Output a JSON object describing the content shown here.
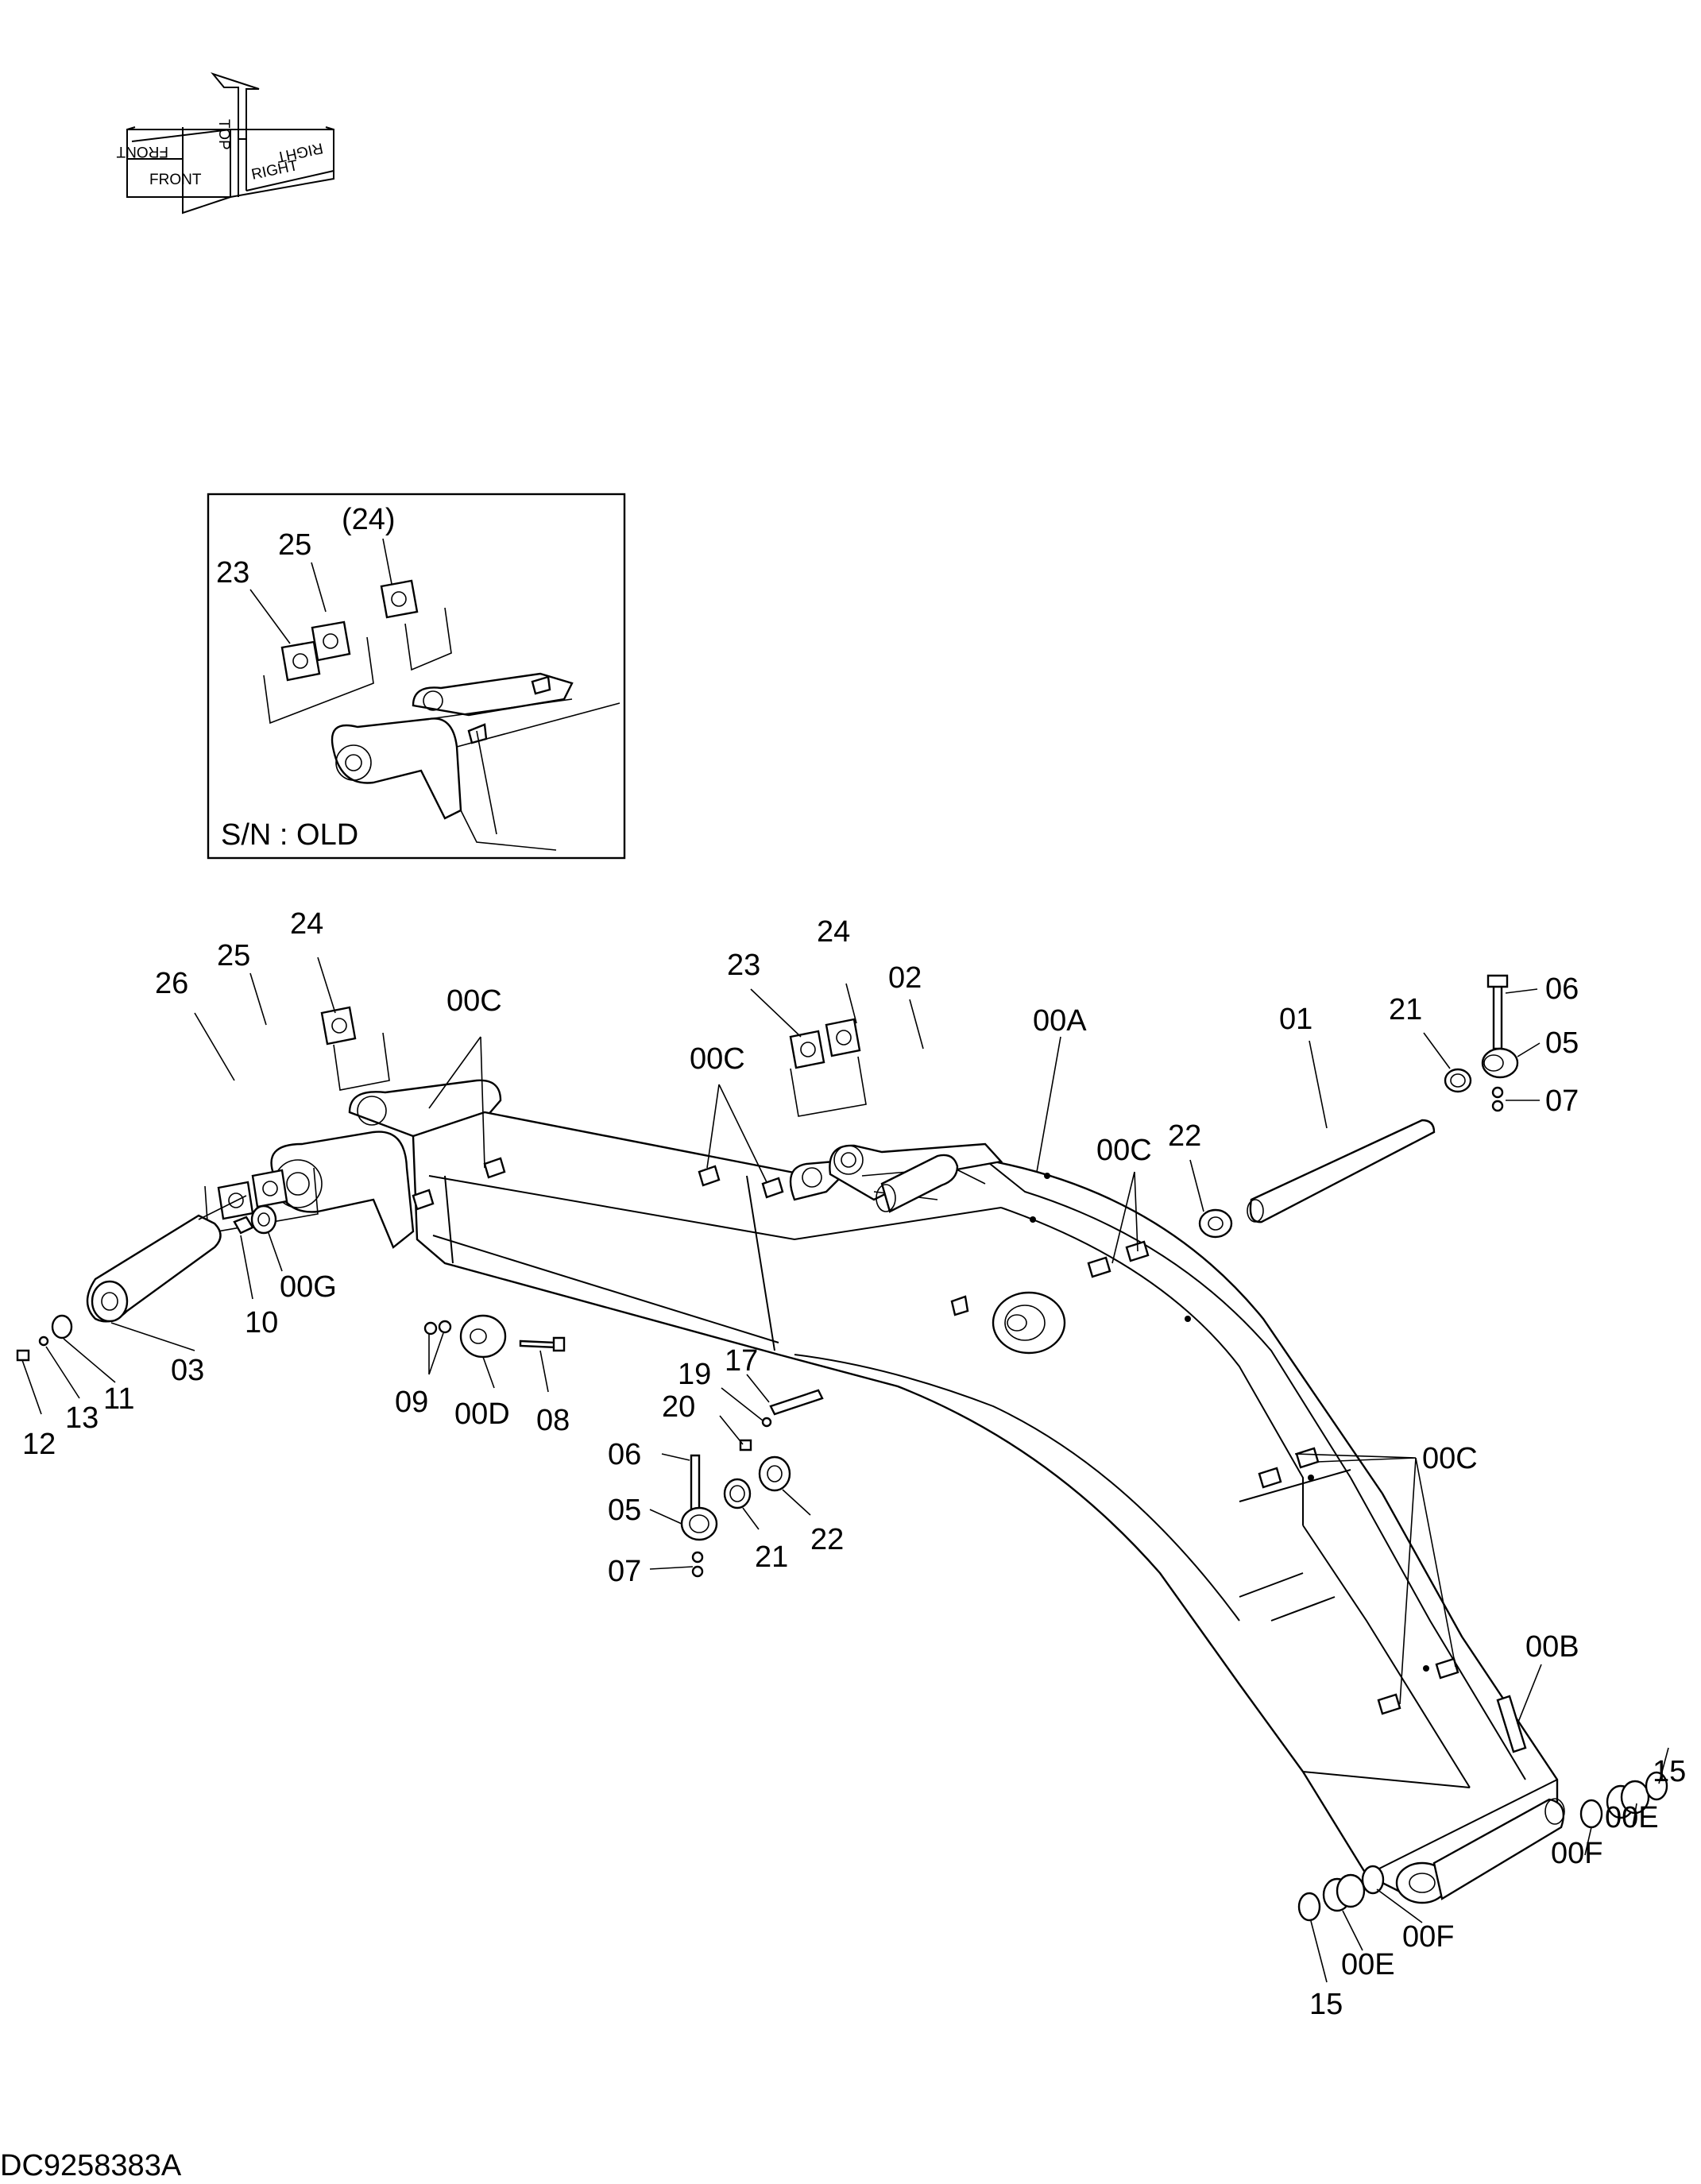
{
  "orientation": {
    "front": "FRONT",
    "top": "TOP",
    "right": "RIGHT"
  },
  "inset": {
    "caption": "S/N : OLD",
    "labels": {
      "p23": "23",
      "p25": "25",
      "p24": "(24)"
    }
  },
  "callouts": {
    "p24_left": "24",
    "p25_left": "25",
    "p26": "26",
    "p00C_left": "00C",
    "p24_mid": "24",
    "p23_mid": "23",
    "p02": "02",
    "p00C_mid": "00C",
    "p00A": "00A",
    "p21_top": "21",
    "p06_top": "06",
    "p05_top": "05",
    "p07_top": "07",
    "p01": "01",
    "p22_top": "22",
    "p00C_right": "00C",
    "p00G": "00G",
    "p10": "10",
    "p03": "03",
    "p11": "11",
    "p13": "13",
    "p12": "12",
    "p09": "09",
    "p00D": "00D",
    "p08": "08",
    "p17": "17",
    "p19": "19",
    "p20": "20",
    "p06_bot": "06",
    "p05_bot": "05",
    "p07_bot": "07",
    "p21_bot": "21",
    "p22_bot": "22",
    "p00C_low": "00C",
    "p00B": "00B",
    "p15_right": "15",
    "p00E_right": "00E",
    "p00F_right": "00F",
    "p00F_bot": "00F",
    "p00E_bot": "00E",
    "p15_bot": "15"
  },
  "drawing_id": "DC9258383A"
}
